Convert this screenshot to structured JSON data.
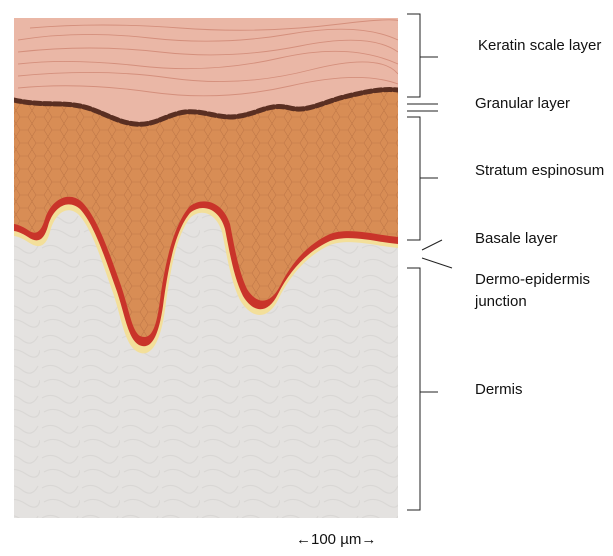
{
  "labels": {
    "keratin": "Keratin scale layer",
    "granular": "Granular layer",
    "spinosum": "Stratum espinosum",
    "basale": "Basale layer",
    "junction_line1": "Dermo-epidermis",
    "junction_line2": "junction",
    "dermis": "Dermis"
  },
  "scale_bar": {
    "text": "←100 µm→"
  },
  "colors": {
    "keratin": "#eab7a6",
    "keratin_fiber": "#c97a66",
    "granular": "#5a2f22",
    "spinosum": "#d88d55",
    "spinosum_cell": "#a8623a",
    "basale": "#c9342a",
    "junction": "#f3df9a",
    "dermis": "#e4e2e0",
    "dermis_fiber": "#d2d0cd",
    "bracket": "#222222"
  }
}
